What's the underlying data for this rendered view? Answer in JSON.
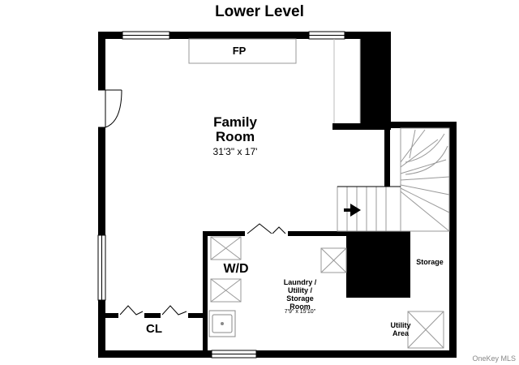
{
  "title": "Lower Level",
  "rooms": {
    "fireplace": "FP",
    "family_room": {
      "name_line1": "Family",
      "name_line2": "Room",
      "dimensions": "31'3\" x 17'"
    },
    "washer_dryer": "W/D",
    "laundry": {
      "line1": "Laundry /",
      "line2": "Utility /",
      "line3": "Storage",
      "line4": "Room",
      "dimensions": "7'9\" x 15'10\""
    },
    "closet": "CL",
    "storage": "Storage",
    "utility_area": {
      "line1": "Utility",
      "line2": "Area"
    }
  },
  "watermark": "OneKey MLS",
  "colors": {
    "wall": "#000000",
    "background": "#ffffff",
    "fixture_line": "#999999"
  },
  "icons": [
    "arrow-right-icon",
    "door-swing-icon",
    "sink-icon",
    "stair-icon"
  ]
}
